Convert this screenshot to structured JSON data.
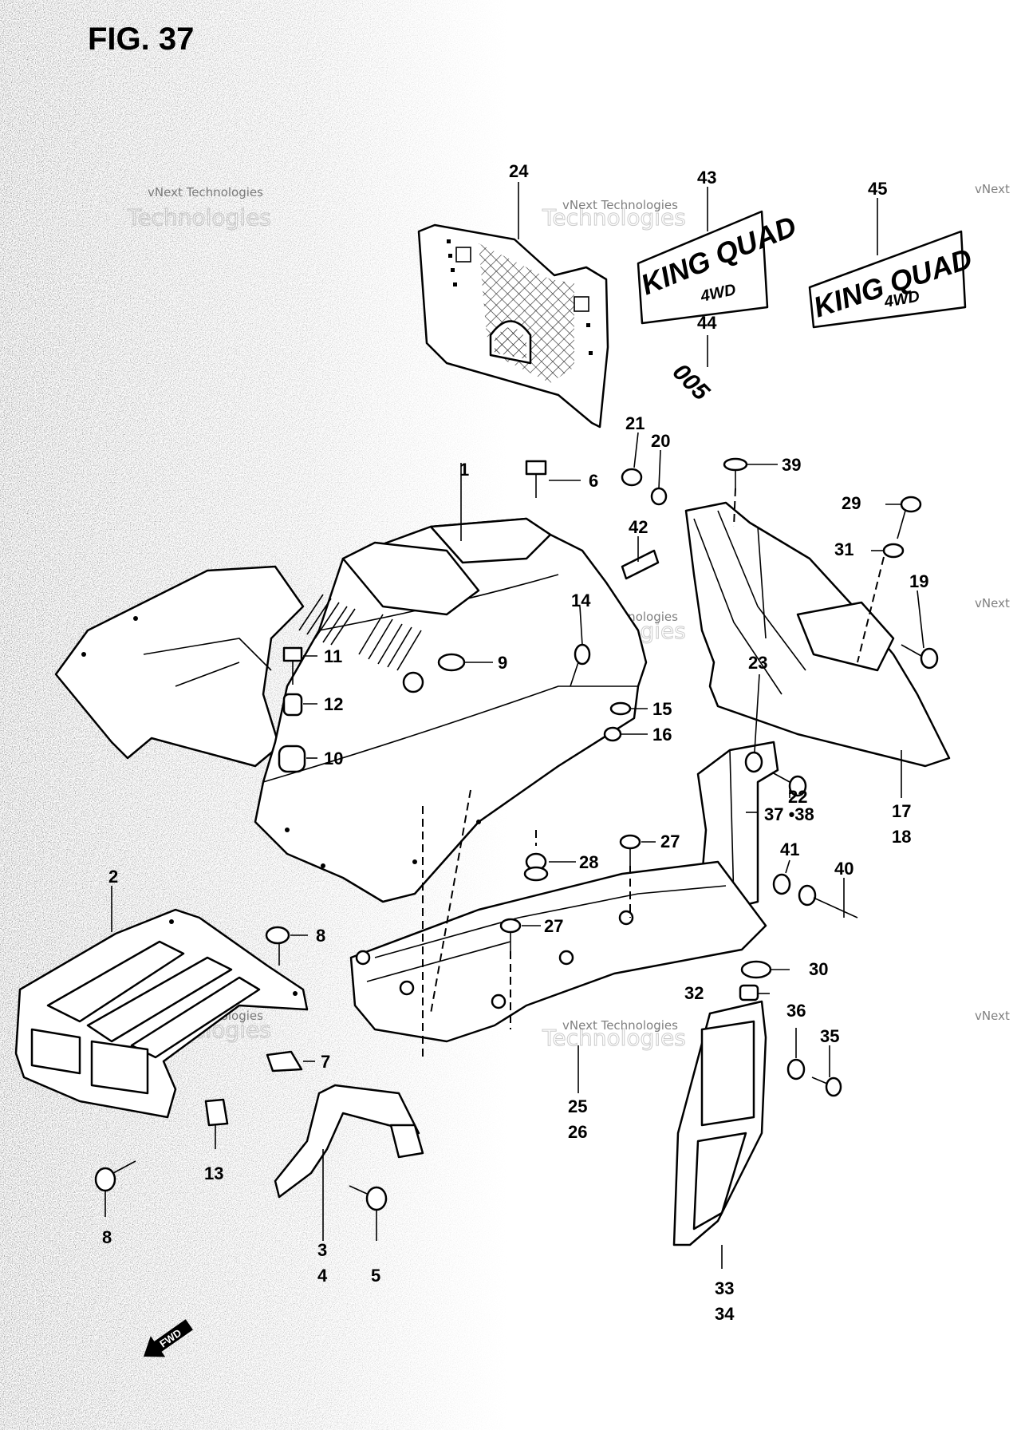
{
  "figure": {
    "title": "FIG. 37",
    "fwd": "FWD"
  },
  "decals": {
    "primary": "KING QUAD",
    "secondary": "4WD",
    "number": "005"
  },
  "watermark": {
    "small": "vNext Technologies",
    "big": "Technologies",
    "prefix": "vNext"
  },
  "callouts": {
    "c1": "1",
    "c2": "2",
    "c3": "3",
    "c4": "4",
    "c5": "5",
    "c6": "6",
    "c7": "7",
    "c8a": "8",
    "c8b": "8",
    "c9": "9",
    "c10": "10",
    "c11": "11",
    "c12": "12",
    "c13": "13",
    "c14": "14",
    "c15": "15",
    "c16": "16",
    "c17": "17",
    "c18": "18",
    "c19": "19",
    "c20": "20",
    "c21": "21",
    "c22": "22",
    "c23": "23",
    "c24": "24",
    "c25": "25",
    "c26": "26",
    "c27a": "27",
    "c27b": "27",
    "c28": "28",
    "c29": "29",
    "c30": "30",
    "c31": "31",
    "c32": "32",
    "c33": "33",
    "c34": "34",
    "c35": "35",
    "c36": "36",
    "c3738": "37 •38",
    "c39": "39",
    "c40": "40",
    "c41": "41",
    "c42": "42",
    "c43": "43",
    "c44": "44",
    "c45": "45"
  }
}
